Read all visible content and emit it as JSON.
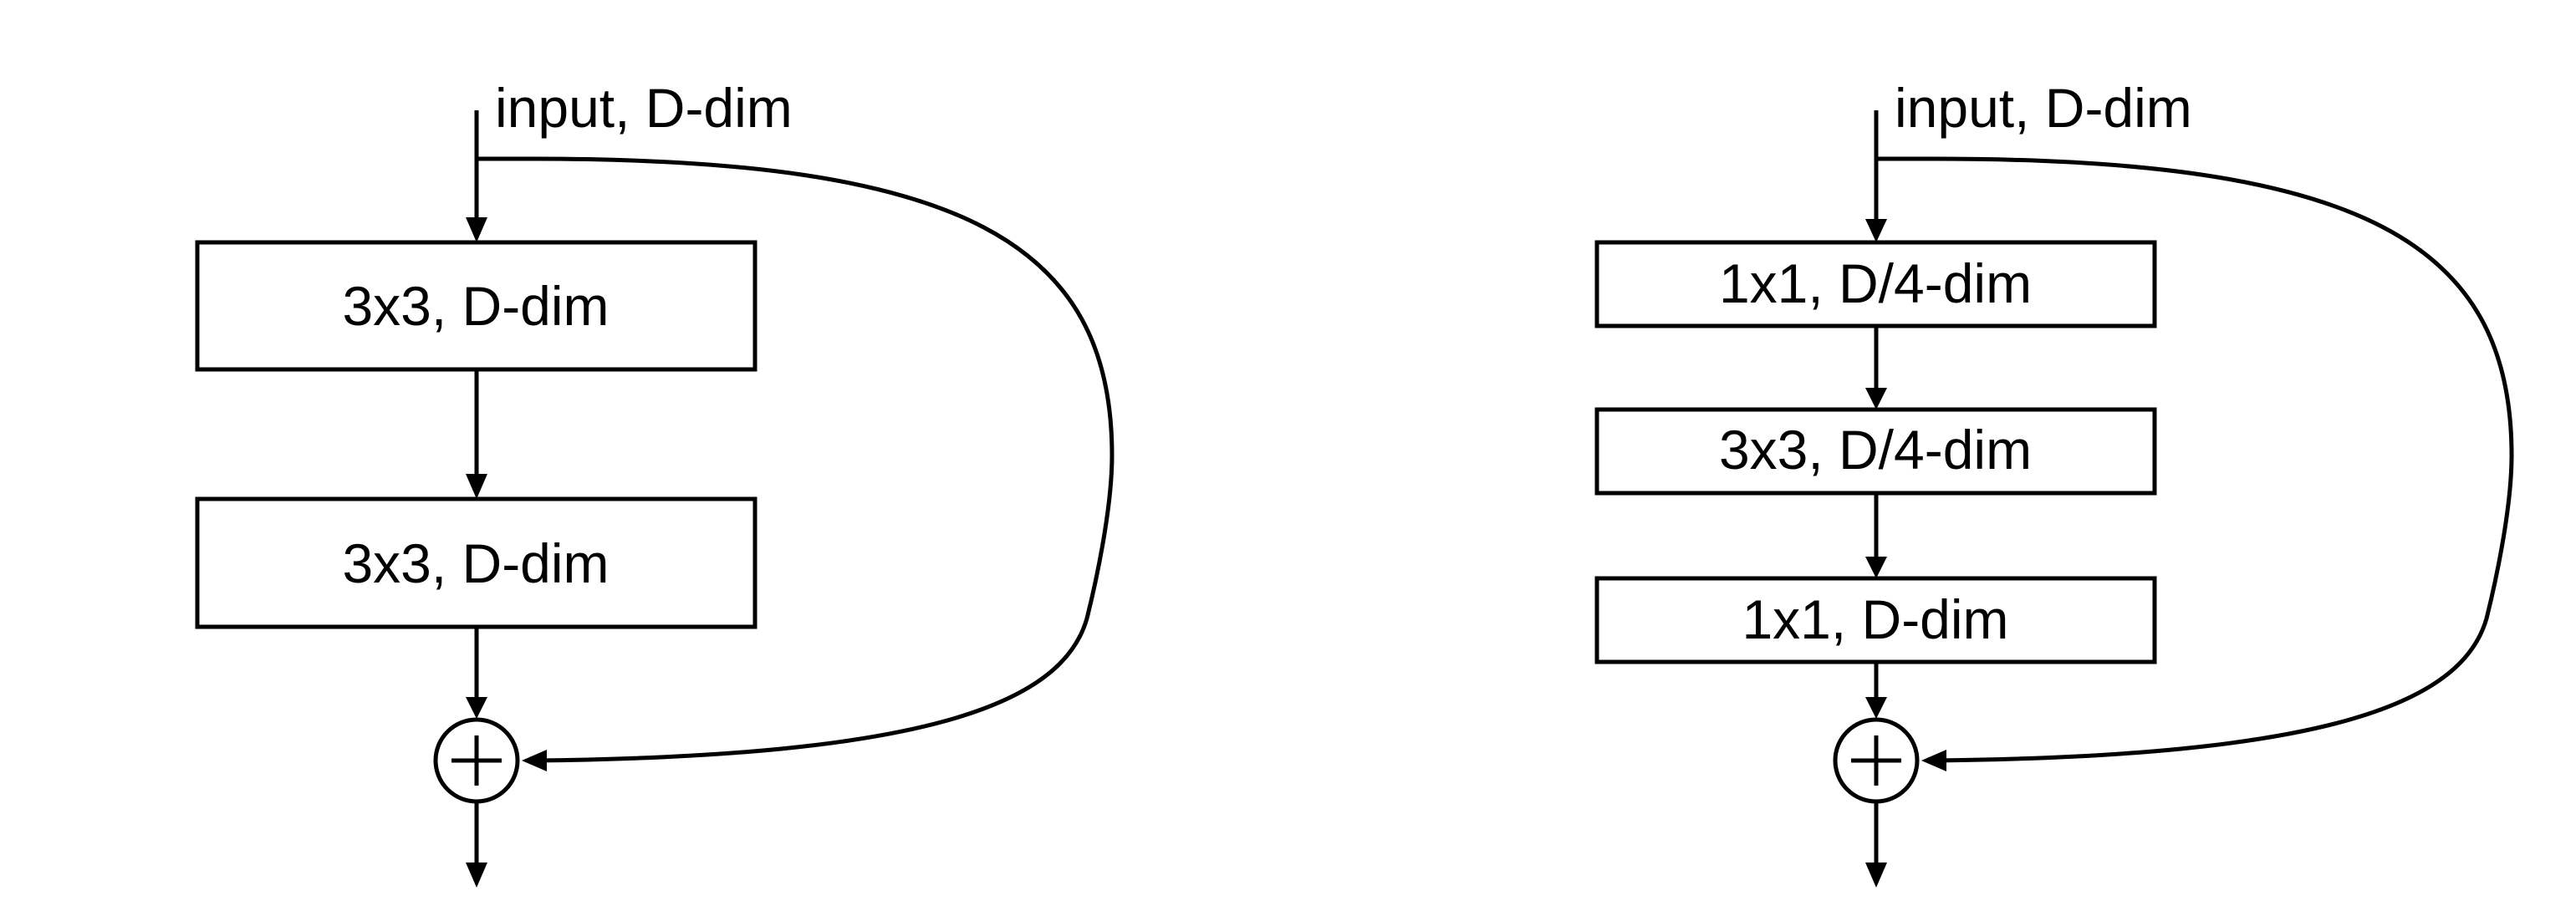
{
  "figure": {
    "panels": [
      {
        "input_label": "input, D-dim",
        "layers": [
          "3x3, D-dim",
          "3x3, D-dim"
        ],
        "merge_symbol": "+"
      },
      {
        "input_label": "input, D-dim",
        "layers": [
          "1x1, D/4-dim",
          "3x3, D/4-dim",
          "1x1, D-dim"
        ],
        "merge_symbol": "+"
      }
    ],
    "colors": {
      "stroke": "#000000",
      "background": "#ffffff"
    }
  }
}
